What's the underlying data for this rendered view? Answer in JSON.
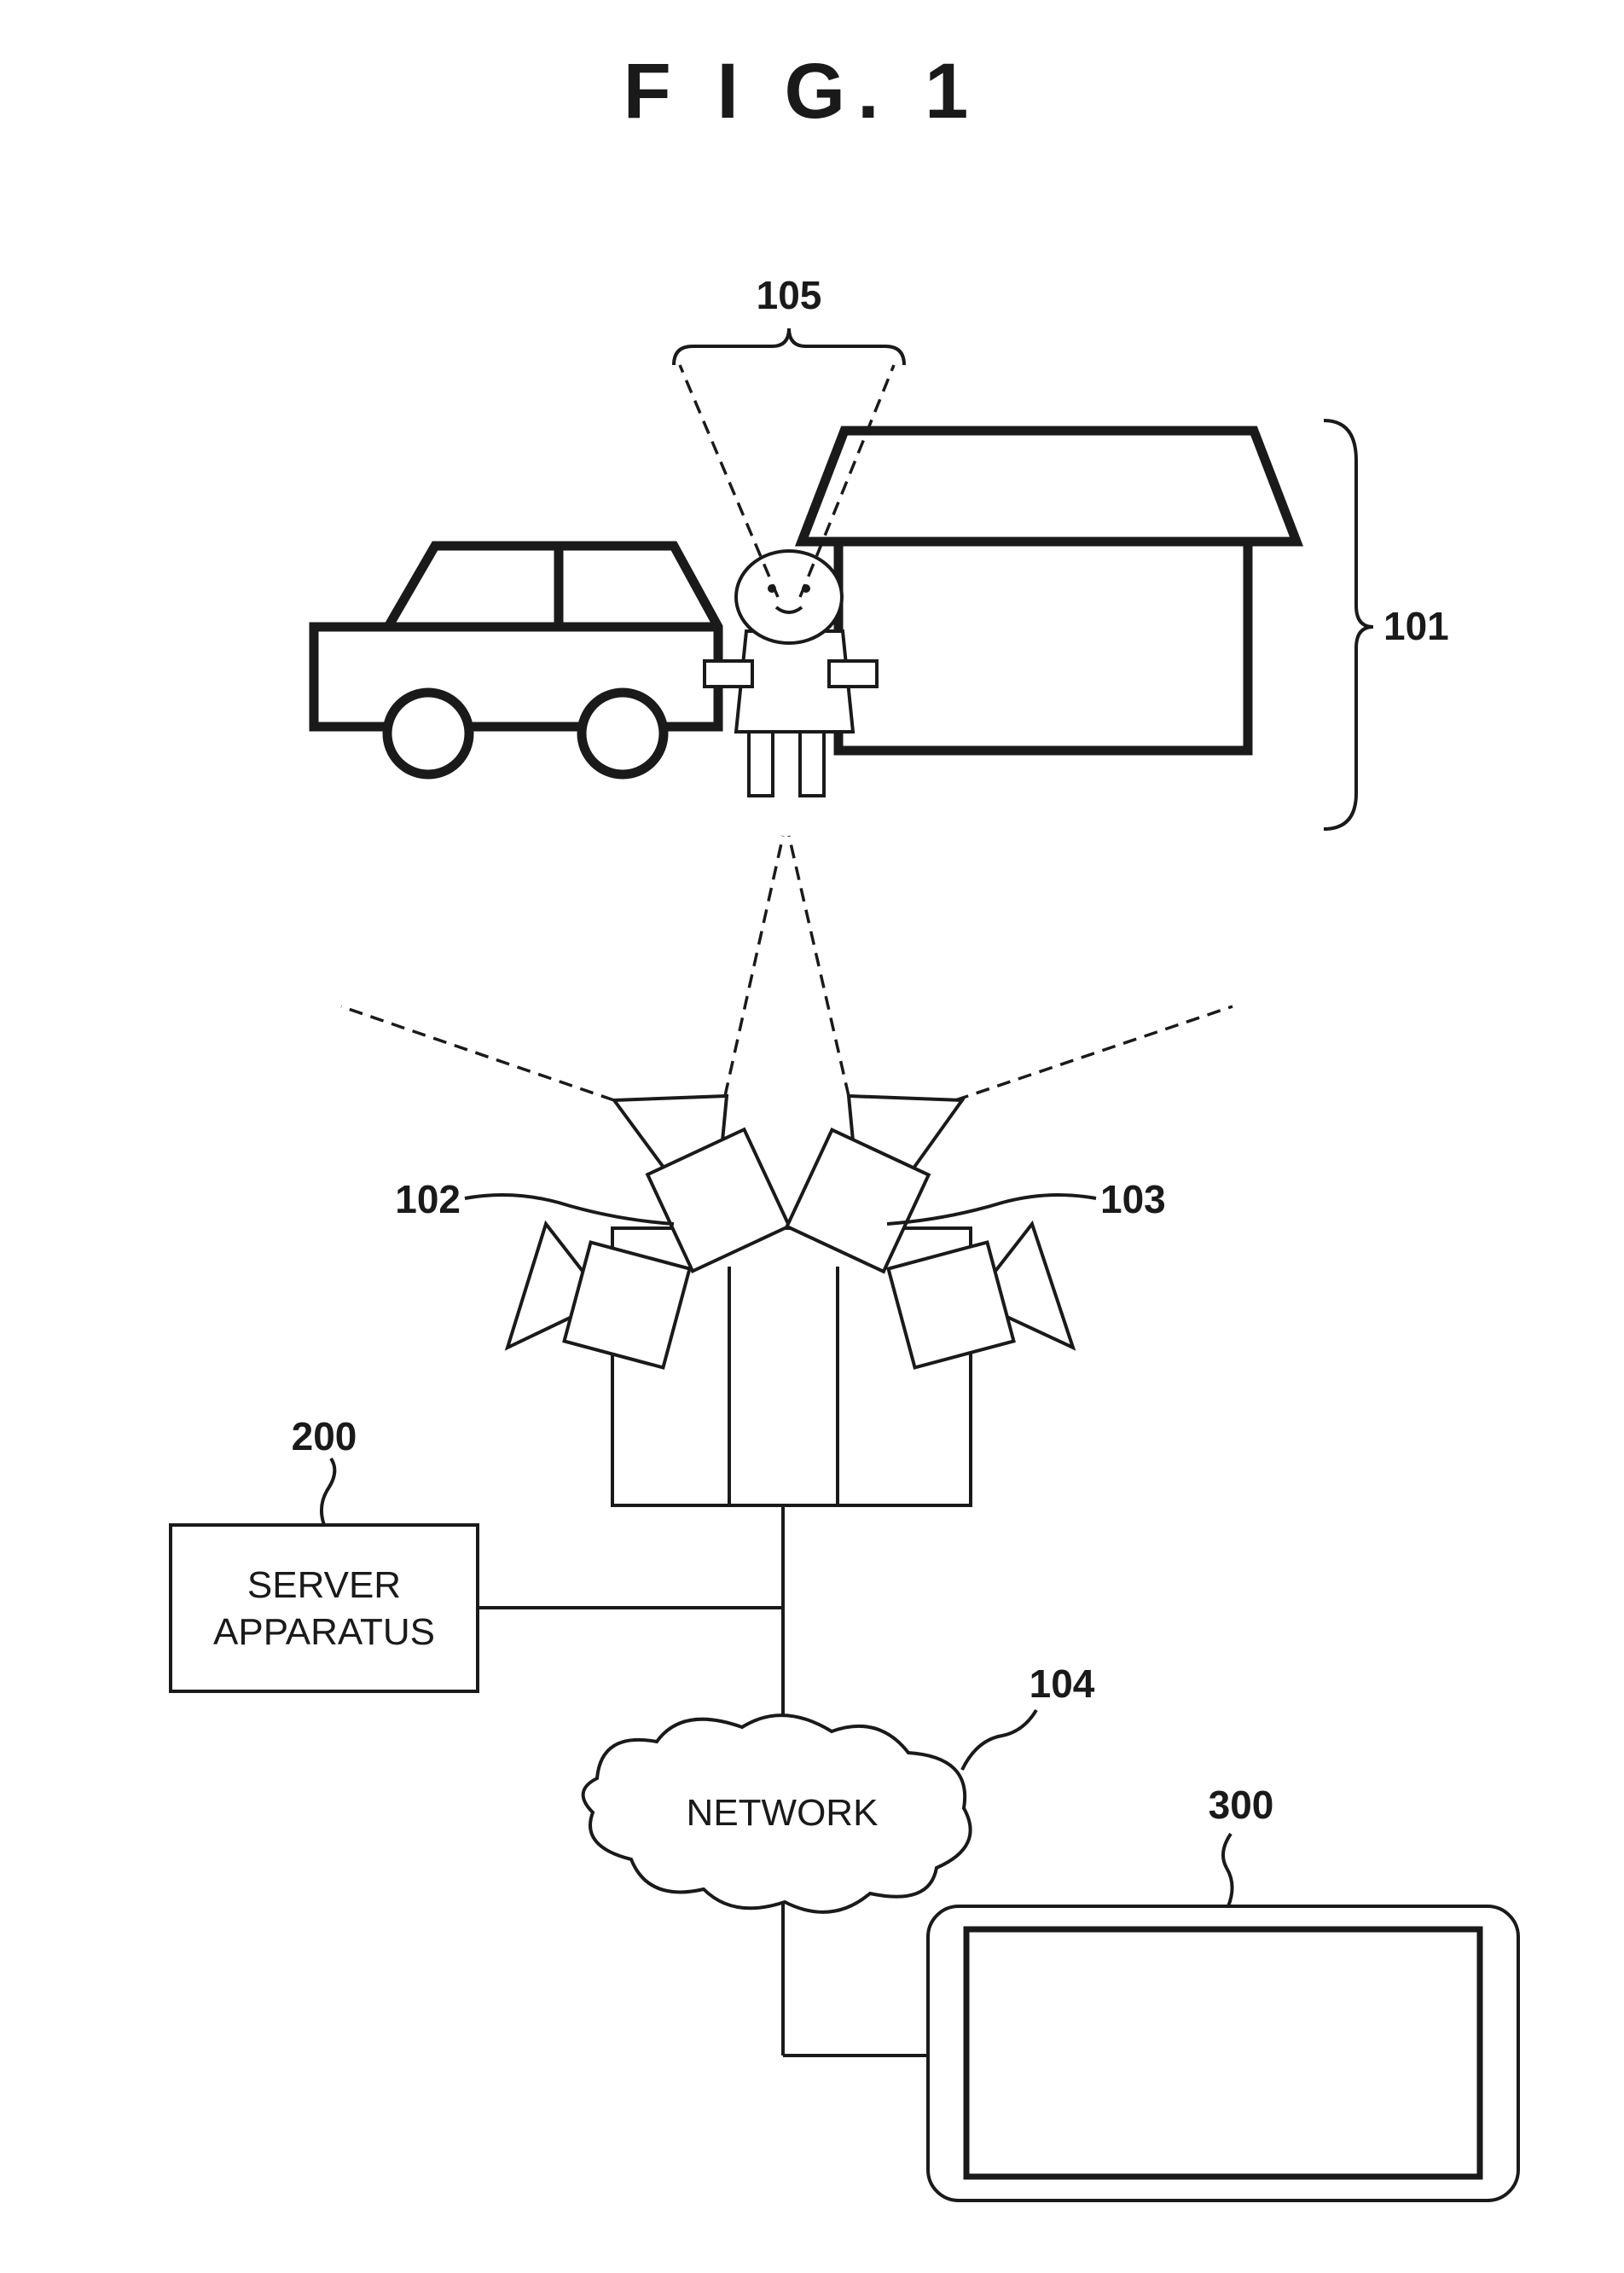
{
  "figure": {
    "title": "F I G.  1"
  },
  "labels": {
    "ref_101": "101",
    "ref_102": "102",
    "ref_103": "103",
    "ref_104": "104",
    "ref_105": "105",
    "ref_200": "200",
    "ref_300": "300"
  },
  "server": {
    "line1": "SERVER",
    "line2": "APPARATUS"
  },
  "network": {
    "label": "NETWORK"
  }
}
